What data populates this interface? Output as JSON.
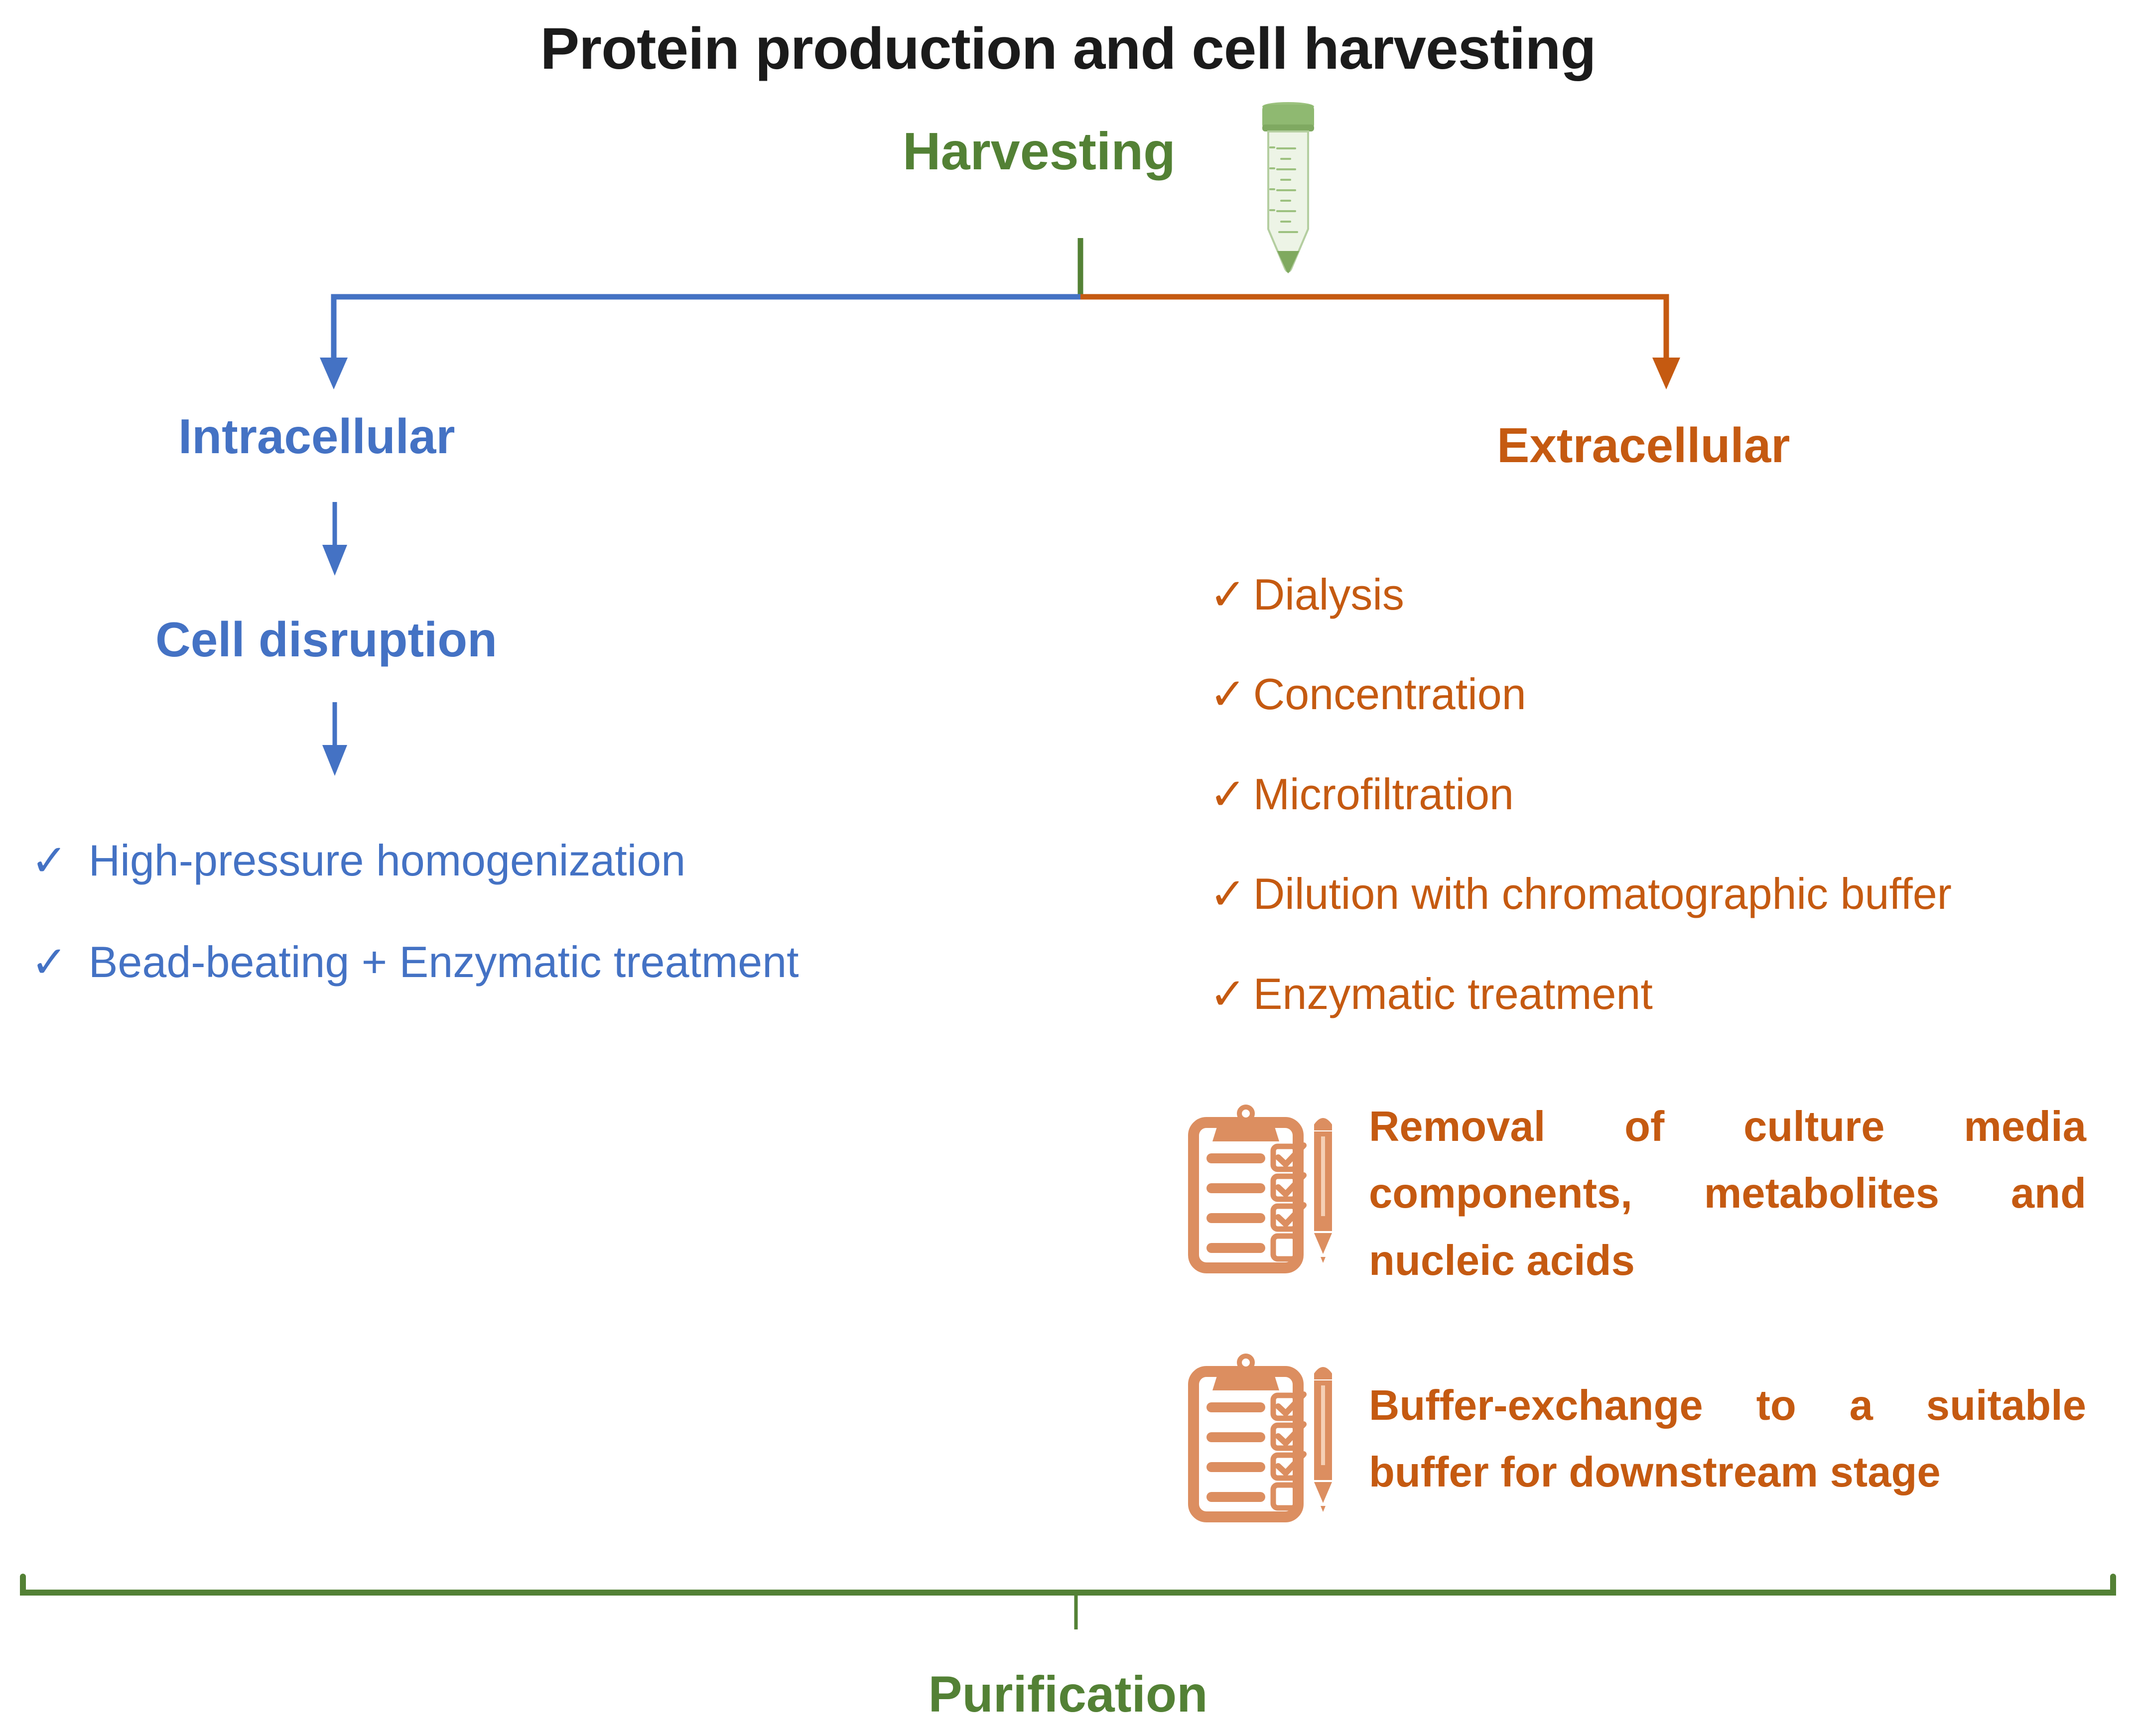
{
  "title": "Protein production and cell harvesting",
  "check_glyph": "✓",
  "harvesting": {
    "label": "Harvesting",
    "icon": "falcon-tube"
  },
  "intracellular": {
    "label": "Intracellular",
    "step_label": "Cell disruption",
    "checklist": [
      "High-pressure homogenization",
      "Bead-beating + Enzymatic treatment"
    ]
  },
  "extracellular": {
    "label": "Extracellular",
    "checklist": [
      "Dialysis",
      "Concentration",
      "Microfiltration",
      "Dilution with chromatographic buffer",
      "Enzymatic treatment"
    ],
    "notes": [
      "Removal of culture media components, metabolites and nucleic acids",
      "Buffer-exchange to a suitable buffer for downstream stage"
    ],
    "note_icon": "clipboard-checklist-with-pen"
  },
  "purification": {
    "label": "Purification"
  },
  "colors": {
    "title_black": "#1b1b1b",
    "green": "#538135",
    "blue": "#4472C4",
    "orange": "#C55A11",
    "icon_orange": "#DC8E60",
    "tube_cap_green": "#8FB971",
    "tube_body_green": "#EDF4E6"
  }
}
